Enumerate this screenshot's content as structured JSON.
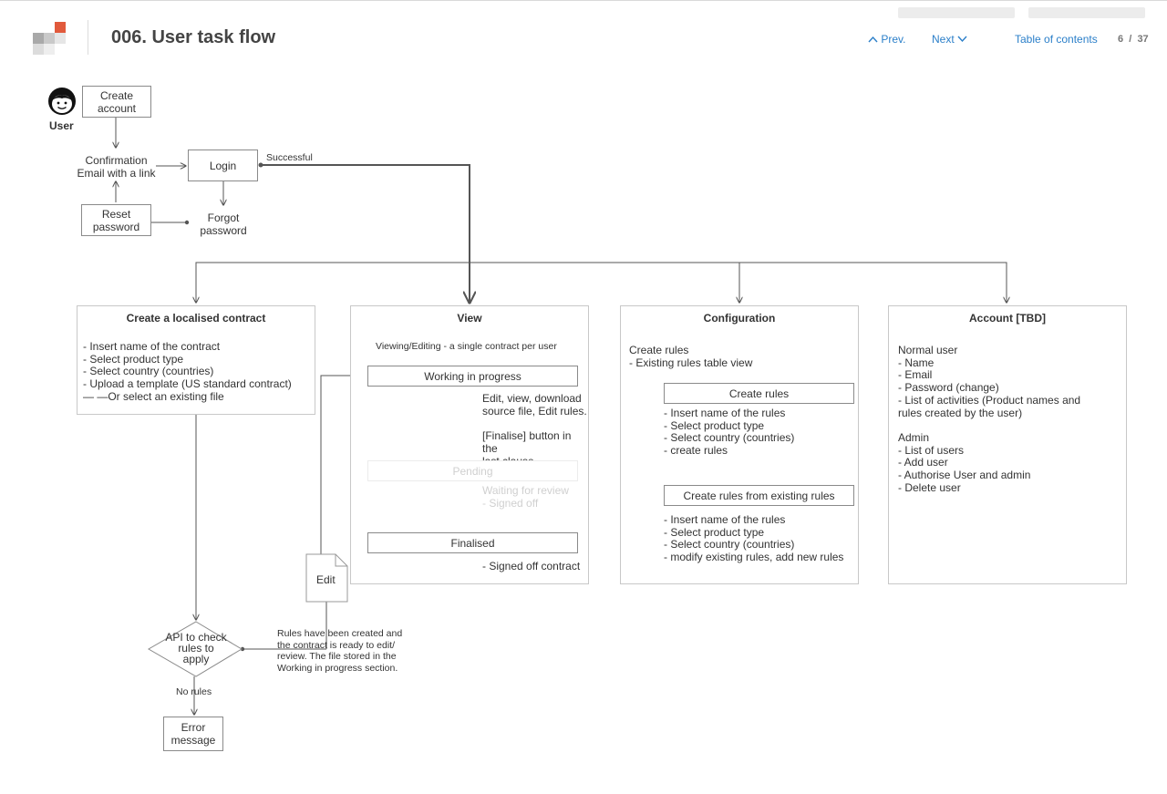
{
  "header": {
    "title": "006. User task flow",
    "prev_label": "Prev.",
    "next_label": "Next",
    "toc_label": "Table of contents",
    "page_current": "6",
    "page_sep": "/",
    "page_total": "37"
  },
  "colors": {
    "link": "#2b7fc9",
    "logo_accent": "#e15a3c",
    "line": "#555555"
  },
  "flow": {
    "user_label": "User",
    "create_account": "Create\naccount",
    "confirmation": "Confirmation\nEmail with a link",
    "login": "Login",
    "successful": "Successful",
    "reset_password": "Reset\npassword",
    "forgot_password": "Forgot\npassword",
    "api_check": "API to check\nrules to\napply",
    "no_rules": "No rules",
    "error_message": "Error\nmessage",
    "edit_doc": "Edit",
    "rules_note": "Rules have been created and\nthe contract is ready to edit/\nreview. The file stored in the\nWorking in progress section."
  },
  "panels": {
    "create": {
      "title": "Create a localised contract",
      "items": "- Insert name of the contract\n- Select product type\n- Select country (countries)\n- Upload a template (US standard contract)\n— —Or select an existing file"
    },
    "view": {
      "title": "View",
      "subtitle": "Viewing/Editing  - a single contract per user",
      "wip": "Working in progress",
      "wip_note": "Edit, view, download\nsource file, Edit rules.\n\n[Finalise] button in the\nlast clause.",
      "pending": "Pending",
      "pending_note": "Waiting for review\n- Signed off",
      "finalised": "Finalised",
      "finalised_note": "- Signed off contract"
    },
    "config": {
      "title": "Configuration",
      "intro": "Create rules\n- Existing rules table view",
      "create_rules": "Create rules",
      "create_rules_items": "- Insert name of the rules\n- Select product type\n- Select country (countries)\n- create rules",
      "from_existing": "Create rules from existing rules",
      "from_existing_items": " - Insert name of the rules\n - Select product type\n - Select country (countries)\n - modify existing rules, add new rules"
    },
    "account": {
      "title": "Account [TBD]",
      "items": "Normal user\n- Name\n- Email\n- Password (change)\n- List of activities (Product names and\nrules created by the user)\n\nAdmin\n- List of users\n- Add user\n- Authorise User and admin\n- Delete user"
    }
  }
}
